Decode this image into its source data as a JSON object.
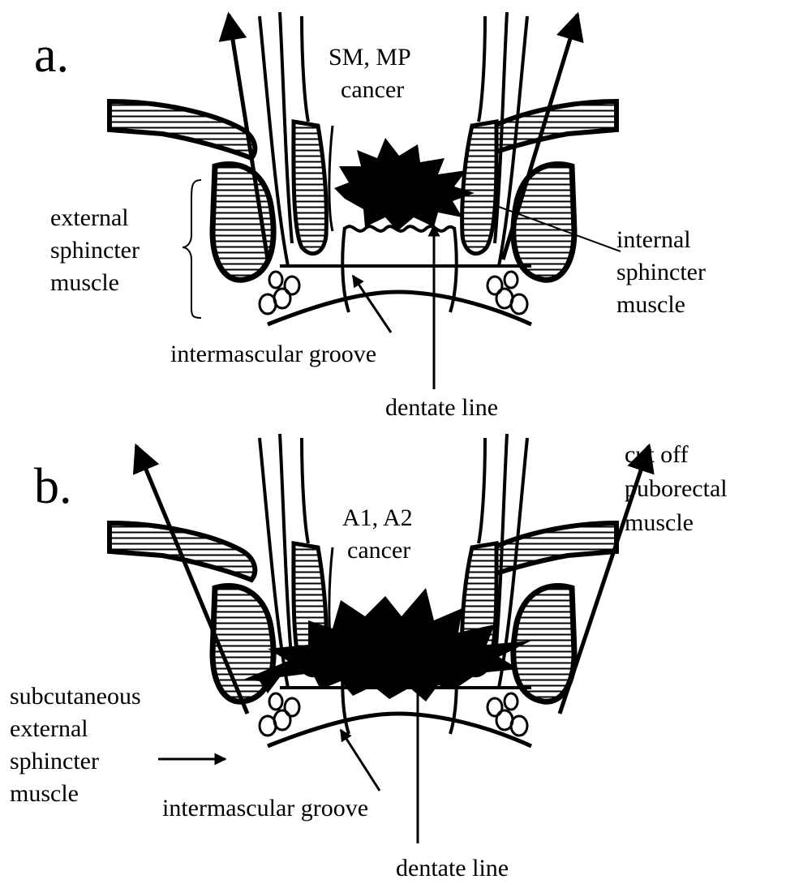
{
  "panel_a": {
    "letter": "a.",
    "cancer_line1": "SM, MP",
    "cancer_line2": "cancer",
    "external_sphincter": [
      "external",
      "sphincter",
      "muscle"
    ],
    "internal_sphincter": [
      "internal",
      "sphincter",
      "muscle"
    ],
    "intermascular_groove": "intermascular groove",
    "dentate_line": "dentate line"
  },
  "panel_b": {
    "letter": "b.",
    "cancer_line1": "A1, A2",
    "cancer_line2": "cancer",
    "puborectal": [
      "cut off",
      "puborectal",
      "muscle"
    ],
    "subcutaneous": [
      "subcutaneous",
      "external",
      "sphincter",
      "muscle"
    ],
    "intermascular_groove": "intermascular groove",
    "dentate_line": "dentate line"
  },
  "colors": {
    "ink": "#000000",
    "paper": "#ffffff"
  }
}
